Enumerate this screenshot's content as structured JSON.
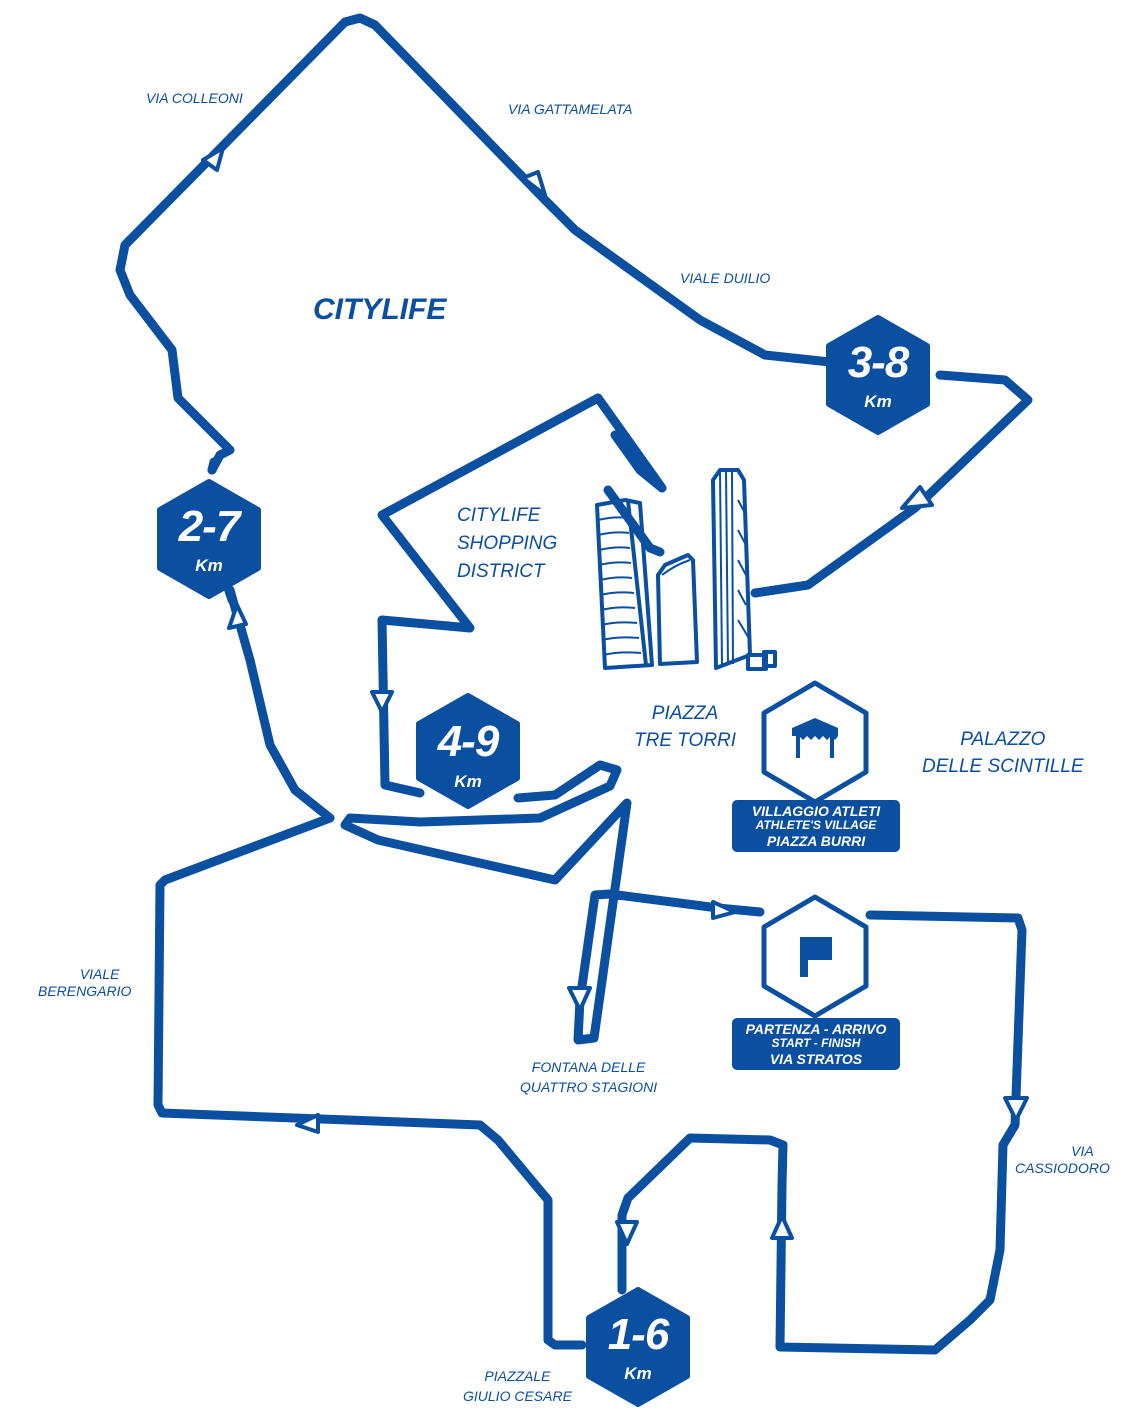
{
  "map": {
    "type": "race-route-map",
    "route_color": "#0a4fa0",
    "area_label": "CITYLIFE",
    "streets": {
      "via_colleoni": "VIA COLLEONI",
      "via_gattamelata": "VIA GATTAMELATA",
      "viale_duilio": "VIALE DUILIO",
      "viale_berengario_1": "VIALE",
      "viale_berengario_2": "BERENGARIO",
      "via_cassiodoro_1": "VIA",
      "via_cassiodoro_2": "CASSIODORO"
    },
    "places": {
      "shopping_1": "CITYLIFE",
      "shopping_2": "SHOPPING",
      "shopping_3": "DISTRICT",
      "tre_torri_1": "PIAZZA",
      "tre_torri_2": "TRE TORRI",
      "palazzo_1": "PALAZZO",
      "palazzo_2": "DELLE SCINTILLE",
      "fontana_1": "FONTANA DELLE",
      "fontana_2": "QUATTRO STAGIONI",
      "giulio_1": "PIAZZALE",
      "giulio_2": "GIULIO CESARE"
    },
    "km_markers": [
      {
        "value": "1-6",
        "unit": "Km"
      },
      {
        "value": "2-7",
        "unit": "Km"
      },
      {
        "value": "3-8",
        "unit": "Km"
      },
      {
        "value": "4-9",
        "unit": "Km"
      }
    ],
    "athletes_village": {
      "icon": "tent-icon",
      "line1": "VILLAGGIO ATLETI",
      "line2": "ATHLETE'S VILLAGE",
      "line3": "PIAZZA BURRI"
    },
    "start_finish": {
      "icon": "flag-icon",
      "line1": "PARTENZA - ARRIVO",
      "line2": "START - FINISH",
      "line3": "VIA STRATOS"
    }
  }
}
